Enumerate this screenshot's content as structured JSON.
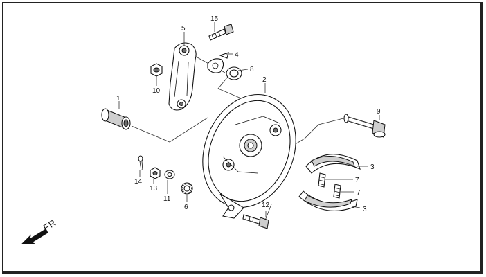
{
  "callouts": [
    {
      "id": "1",
      "label": "1"
    },
    {
      "id": "2",
      "label": "2"
    },
    {
      "id": "3a",
      "label": "3"
    },
    {
      "id": "3b",
      "label": "3"
    },
    {
      "id": "4",
      "label": "4"
    },
    {
      "id": "5",
      "label": "5"
    },
    {
      "id": "6",
      "label": "6"
    },
    {
      "id": "7a",
      "label": "7"
    },
    {
      "id": "7b",
      "label": "7"
    },
    {
      "id": "8",
      "label": "8"
    },
    {
      "id": "9",
      "label": "9"
    },
    {
      "id": "10",
      "label": "10"
    },
    {
      "id": "11",
      "label": "11"
    },
    {
      "id": "12",
      "label": "12"
    },
    {
      "id": "13",
      "label": "13"
    },
    {
      "id": "14",
      "label": "14"
    },
    {
      "id": "15",
      "label": "15"
    }
  ],
  "direction_label": "FR",
  "colors": {
    "line": "#111111",
    "shade": "#cfcfcf",
    "dark": "#6d6d6d",
    "background": "#ffffff"
  }
}
